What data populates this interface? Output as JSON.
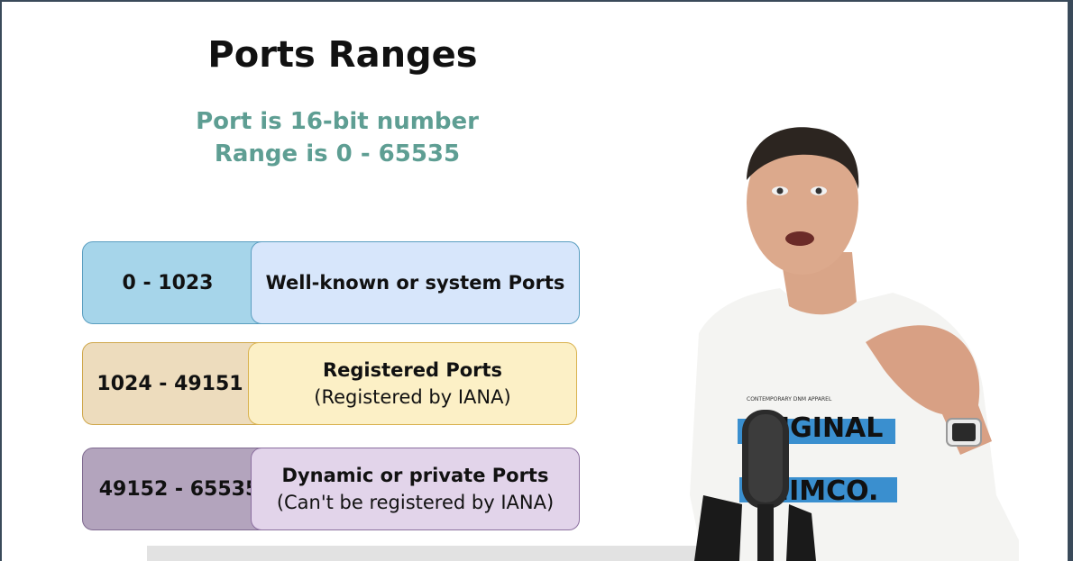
{
  "slide": {
    "title": "Ports Ranges",
    "subtitle_line1": "Port is 16-bit number",
    "subtitle_line2": "Range is 0 - 65535",
    "rows": [
      {
        "range": "0 - 1023",
        "main": "Well-known or system Ports",
        "note": ""
      },
      {
        "range": "1024 - 49151",
        "main": "Registered Ports",
        "note": "(Registered by IANA)"
      },
      {
        "range": "49152 - 65535",
        "main": "Dynamic or private Ports",
        "note": "(Can't be registered by IANA)"
      }
    ]
  },
  "presenter": {
    "shirt_text_top": "CONTEMPORARY DNM APPAREL",
    "shirt_text_line1": "IGINAL",
    "shirt_text_line2": "NIMCO."
  },
  "colors": {
    "subtitle": "#5e9e93",
    "row1_range": "#a6d5ea",
    "row1_desc": "#d7e6fb",
    "row2_range": "#eddcbd",
    "row2_desc": "#fcf0c6",
    "row3_range": "#b3a4bd",
    "row3_desc": "#e2d4ea"
  }
}
